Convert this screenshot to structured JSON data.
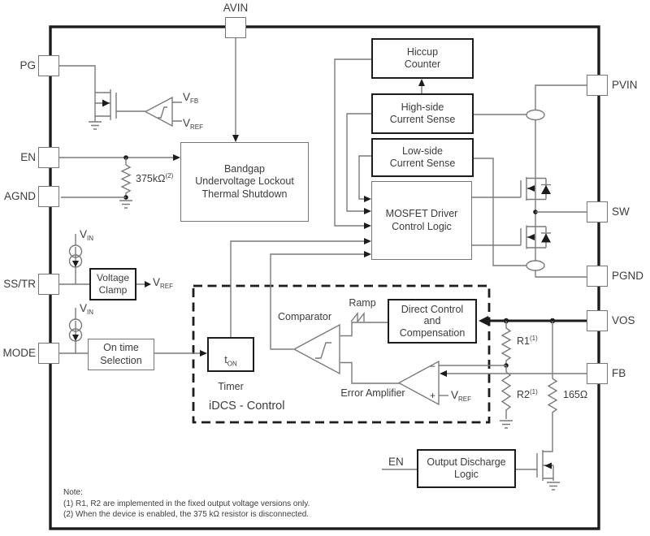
{
  "pins": {
    "avin": "AVIN",
    "pg": "PG",
    "en": "EN",
    "agnd": "AGND",
    "sstr": "SS/TR",
    "mode": "MODE",
    "pvin": "PVIN",
    "sw": "SW",
    "pgnd": "PGND",
    "vos": "VOS",
    "fb": "FB"
  },
  "blocks": {
    "hiccup_counter": "Hiccup\nCounter",
    "high_side_cs": "High-side\nCurrent Sense",
    "low_side_cs": "Low-side\nCurrent Sense",
    "mosfet_driver": "MOSFET Driver\nControl Logic",
    "bandgap": "Bandgap\nUndervoltage Lockout\nThermal Shutdown",
    "voltage_clamp": "Voltage\nClamp",
    "on_time_selection": "On time\nSelection",
    "ton_timer": {
      "t": "t",
      "sub": "ON",
      "line2": "Timer"
    },
    "direct_control": "Direct Control\nand\nCompensation",
    "output_discharge": "Output Discharge\nLogic"
  },
  "labels": {
    "comparator": "Comparator",
    "error_amplifier": "Error Amplifier",
    "ramp": "Ramp",
    "idcs": "iDCS - Control",
    "en_discharge": "EN",
    "v_fb": {
      "main": "V",
      "sub": "FB"
    },
    "v_ref_pg": {
      "main": "V",
      "sub": "REF"
    },
    "v_ref_clamp": {
      "main": "V",
      "sub": "REF"
    },
    "v_ref_ea": {
      "main": "V",
      "sub": "REF"
    },
    "v_in_ss": {
      "main": "V",
      "sub": "IN"
    },
    "v_in_mode": {
      "main": "V",
      "sub": "IN"
    },
    "r_375k": {
      "main": "375kΩ",
      "sup": "(2)"
    },
    "r1": {
      "main": "R1",
      "sup": "(1)"
    },
    "r2": {
      "main": "R2",
      "sup": "(1)"
    },
    "r165": "165Ω",
    "minus": "−",
    "plus": "+"
  },
  "notes": {
    "title": "Note:",
    "line1": "(1)  R1, R2 are implemented in the fixed output voltage versions only.",
    "line2": "(2) When the device is enabled, the 375 kΩ resistor is disconnected."
  },
  "colors": {
    "wire": "#7a7a7a",
    "bold": "#1c1c1c",
    "text": "#3c3c3c",
    "background": "#ffffff"
  }
}
